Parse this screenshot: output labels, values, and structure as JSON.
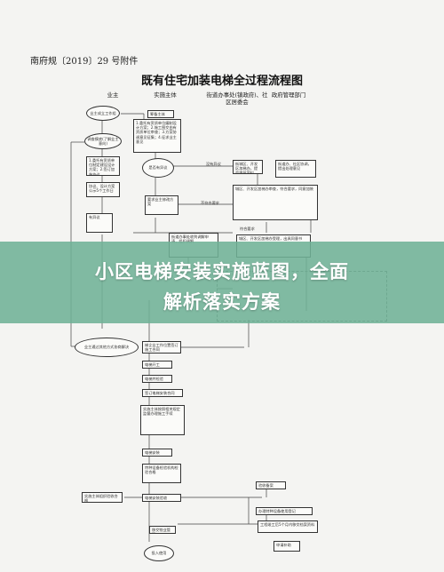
{
  "document": {
    "label": "南府规〔2019〕29 号附件",
    "title": "既有住宅加装电梯全过程流程图"
  },
  "columns": {
    "owners": "业主",
    "implementer": "实施主体",
    "street_office": "街道办事处(镇政府)、社区居委会",
    "gov_department": "政府管理部门"
  },
  "nodes": {
    "owner_start": "业主成立工作组",
    "plan_advise": "筹备主体",
    "consult": "调查摸底(了解业主意向)",
    "consult_detail": "1.委托有资质单位制定建设设计方案；2.签订加装协议",
    "design_main": "1.委托有资质单位编制设计方案；2.施工图交由有资质单位审查；3.方案协调意见征集；4.征求业主意见",
    "agreement": "协议、设计方案公示5个工作日",
    "agree_yes": "是否有异议",
    "yes_label": "没有异议",
    "no_label": "不符合要求",
    "review_req": "有异议",
    "street_check": "街道办、社区协调，提出处理意见",
    "gov_tech": "街城区、开发区加梯办，提交审批资料",
    "modify_plan": "要求业主修改方案",
    "gov_check": "城区、开发区加梯办审查，符合要求，同意加装",
    "meet_req": "符合要求",
    "sign_adjust": "街道办事处收到调解申请，组织调解",
    "gov_accept": "城区、开发区加梯办受理，出具同意书",
    "owners_dispute": "业主通过其他方式协商解决",
    "contract": "梯企业工作位置签订施工合同",
    "elevator_make": "电梯开工",
    "elevator_inspect": "电梯并检验",
    "sign_contract": "签订电梯安装合同",
    "construct": "实施主体按照相关规定监督办理施工手续",
    "install": "电梯安装",
    "check1": "特种设备检验机构检验合格",
    "check_acceptance": "验收备案",
    "special_detect": "实施主体组织验收合格",
    "elevator_reg": "电梯安装验收",
    "use_reg": "办理特种设备使用登记",
    "handover": "移交物业管理",
    "property_start": "工程竣工后5个月内移交档案资料",
    "apply_subsidy": "申请补助",
    "into_use": "投入使用"
  },
  "banner": {
    "line1": "小区电梯安装实施蓝图，全面",
    "line2": "解析落实方案"
  }
}
